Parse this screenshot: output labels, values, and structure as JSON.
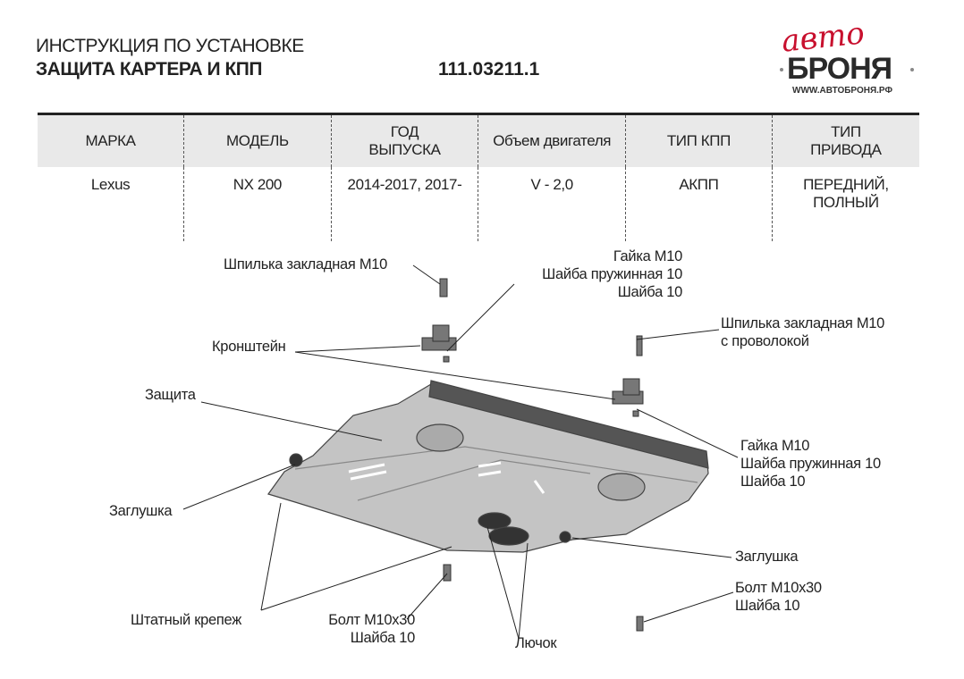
{
  "header": {
    "title_line1": "ИНСТРУКЦИЯ ПО УСТАНОВКЕ",
    "title_line2": "ЗАЩИТА КАРТЕРА И КПП",
    "part_number": "111.03211.1"
  },
  "logo": {
    "script_text": "авто",
    "brand_text": "БРОНЯ",
    "url": "WWW.АВТОБРОНЯ.РФ"
  },
  "table": {
    "headers": [
      "МАРКА",
      "МОДЕЛЬ",
      "ГОД ВЫПУСКА",
      "Объем двигателя",
      "ТИП КПП",
      "ТИП ПРИВОДА"
    ],
    "header_lines": [
      [
        "МАРКА"
      ],
      [
        "МОДЕЛЬ"
      ],
      [
        "ГОД",
        "ВЫПУСКА"
      ],
      [
        "Объем двигателя"
      ],
      [
        "ТИП КПП"
      ],
      [
        "ТИП",
        "ПРИВОДА"
      ]
    ],
    "row": [
      "Lexus",
      "NX 200",
      "2014-2017, 2017-",
      "V - 2,0",
      "АКПП",
      "ПЕРЕДНИЙ, ПОЛНЫЙ"
    ],
    "row_lines": [
      [
        "Lexus"
      ],
      [
        "NX 200"
      ],
      [
        "2014-2017, 2017-"
      ],
      [
        "V - 2,0"
      ],
      [
        "АКПП"
      ],
      [
        "ПЕРЕДНИЙ,",
        "ПОЛНЫЙ"
      ]
    ]
  },
  "diagram": {
    "labels": {
      "stud_top": "Шпилька закладная М10",
      "nut_top": [
        "Гайка М10",
        "Шайба пружинная 10",
        "Шайба 10"
      ],
      "stud_wire": [
        "Шпилька закладная М10",
        "с проволокой"
      ],
      "bracket": "Кронштейн",
      "guard": "Защита",
      "nut_right": [
        "Гайка М10",
        "Шайба пружинная 10",
        "Шайба 10"
      ],
      "plug_left": "Заглушка",
      "plug_right": "Заглушка",
      "bolt_right": [
        "Болт М10х30",
        "Шайба 10"
      ],
      "standard_fasteners": "Штатный крепеж",
      "bolt_left": [
        "Болт М10х30",
        "Шайба 10"
      ],
      "hatch": "Лючок"
    }
  }
}
